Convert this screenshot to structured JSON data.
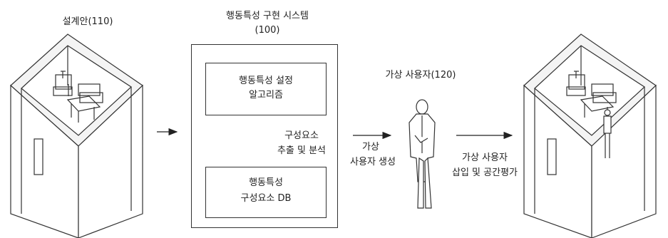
{
  "labels": {
    "design_plan": "설계안(110)",
    "system_title_line1": "행동특성 구현 시스템",
    "system_title_line2": "(100)",
    "virtual_user": "가상 사용자(120)",
    "extract_line1": "구성요소",
    "extract_line2": "추출 및 분석",
    "create_line1": "가상",
    "create_line2": "사용자 생성",
    "insert_line1": "가상 사용자",
    "insert_line2": "삽입 및 공간평가"
  },
  "boxes": {
    "algorithm_line1": "행동특성 설정",
    "algorithm_line2": "알고리즘",
    "db_line1": "행동특성",
    "db_line2": "구성요소 DB"
  }
}
